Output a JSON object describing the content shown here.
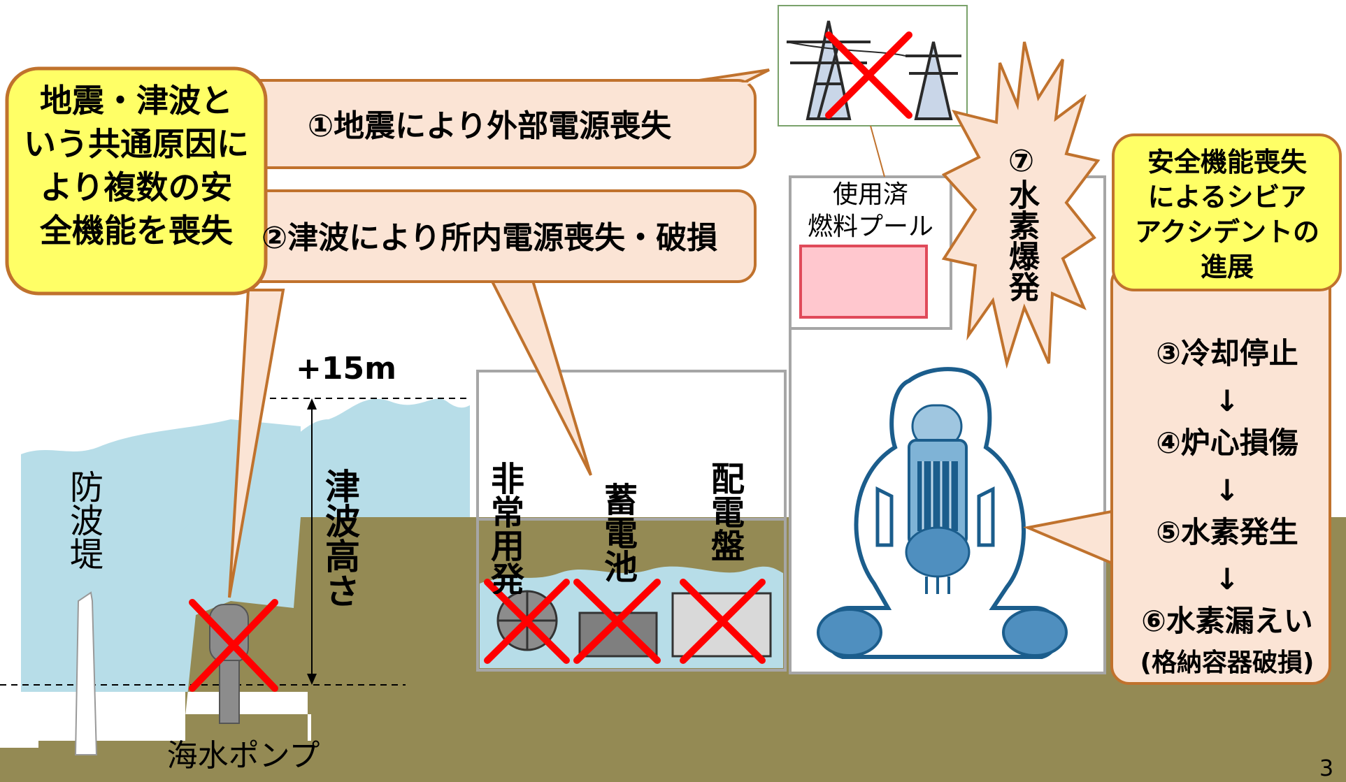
{
  "colors": {
    "ground": "#948a54",
    "sea": "#b7dde8",
    "sea_dark": "#7fb9cf",
    "callout_fill": "#fbe4d5",
    "callout_stroke": "#c0722d",
    "yellow_fill": "#ffff66",
    "cross": "#ff0000",
    "pool": "#ffc7ce",
    "pool_stroke": "#e04a5a",
    "building_stroke": "#a6a6a6",
    "reactor_blue": "#1b5d8c"
  },
  "icons": [
    "power-tower-icon",
    "cross-mark-icon",
    "explosion-icon",
    "reactor-vessel-icon",
    "pump-icon",
    "generator-icon",
    "battery-icon",
    "switchboard-icon",
    "down-arrow-icon"
  ],
  "common_cause": {
    "text": "地震・津波という共通原因により複数の安全機能を喪失"
  },
  "callout1": {
    "text": "①地震により外部電源喪失"
  },
  "callout2": {
    "text": "②津波により所内電源喪失・破損"
  },
  "explosion": {
    "text": "⑦水素爆発"
  },
  "severe_accident": {
    "title": "安全機能喪失によるシビアアクシデントの進展",
    "steps": [
      "③冷却停止",
      "④炉心損傷",
      "⑤水素発生",
      "⑥水素漏えい",
      "(格納容器破損)"
    ],
    "arrow": "↓"
  },
  "pool": {
    "label": "使用済燃料プール"
  },
  "tsunami": {
    "height_label": "+15m",
    "caption": "津波高さ"
  },
  "breakwater": {
    "label": "防波堤"
  },
  "pump": {
    "label": "海水ポンプ"
  },
  "equipment": {
    "generator": "非常用発電機",
    "battery": "蓄電池",
    "switchboard": "配電盤"
  },
  "page_number": "3"
}
